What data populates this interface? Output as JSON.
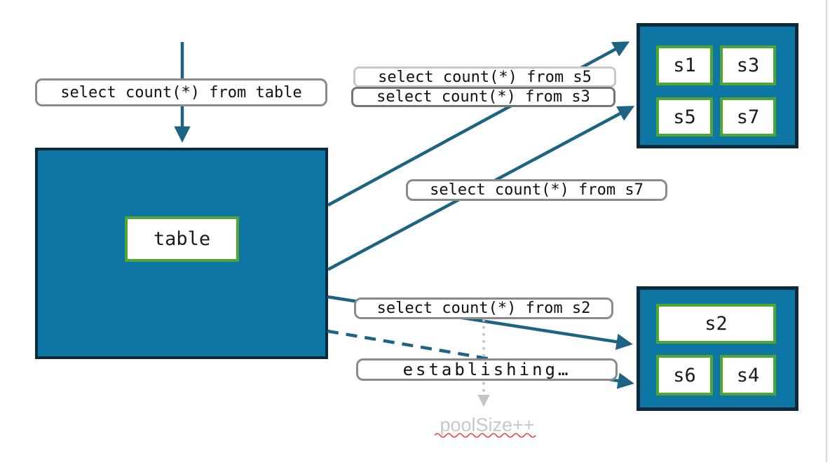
{
  "colors": {
    "teal_fill": "#0e76a4",
    "dark_border": "#0b2b3c",
    "green_border": "#4ea72e",
    "arrow_teal": "#1c6384",
    "label_border_gray": "#8a8a8a",
    "label_border_light": "#c8c8c8",
    "label_border_mid": "#757575",
    "dotted_arrow_gray": "#c4c4c4",
    "pool_text_gray": "#c8c8c8",
    "squiggle_red": "#e8453c"
  },
  "queries": {
    "from_table": "select count(*) from table",
    "from_s5": "select count(*) from s5",
    "from_s3": "select count(*) from s3",
    "from_s7": "select count(*) from s7",
    "from_s2": "select count(*) from s2",
    "establishing": "establishing…",
    "pool_size": "poolSize++"
  },
  "table_box": {
    "label": "table"
  },
  "shards_top": [
    "s1",
    "s3",
    "s5",
    "s7"
  ],
  "shards_bottom": [
    "s2",
    "s6",
    "s4"
  ]
}
